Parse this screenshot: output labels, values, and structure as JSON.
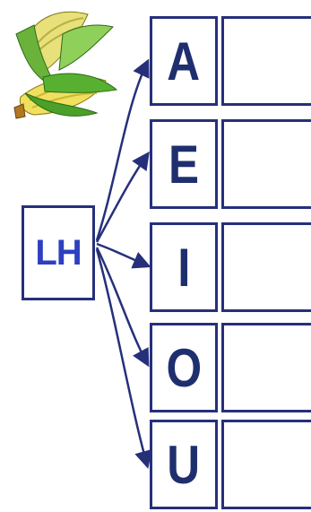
{
  "source": {
    "label": "LH"
  },
  "vowels": [
    "A",
    "E",
    "I",
    "O",
    "U"
  ],
  "colors": {
    "border": "#26307a",
    "source_text": "#2e3fc0",
    "letter_text": "#1f2f6e",
    "arrow": "#26307a"
  },
  "illustration": {
    "icon": "corn-icon"
  }
}
